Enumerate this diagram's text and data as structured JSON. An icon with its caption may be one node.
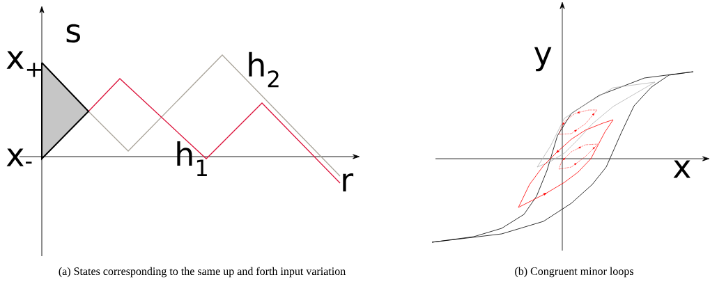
{
  "diagram": {
    "labels": [
      "s",
      "y",
      "x$_{+}$",
      "h$_{2}$",
      "x$_{-}$",
      "h$_{1}$",
      "x",
      "r",
      "(a)  States corresponding to the same up and forth input variation",
      "(b)  Congruent minor loops"
    ]
  }
}
